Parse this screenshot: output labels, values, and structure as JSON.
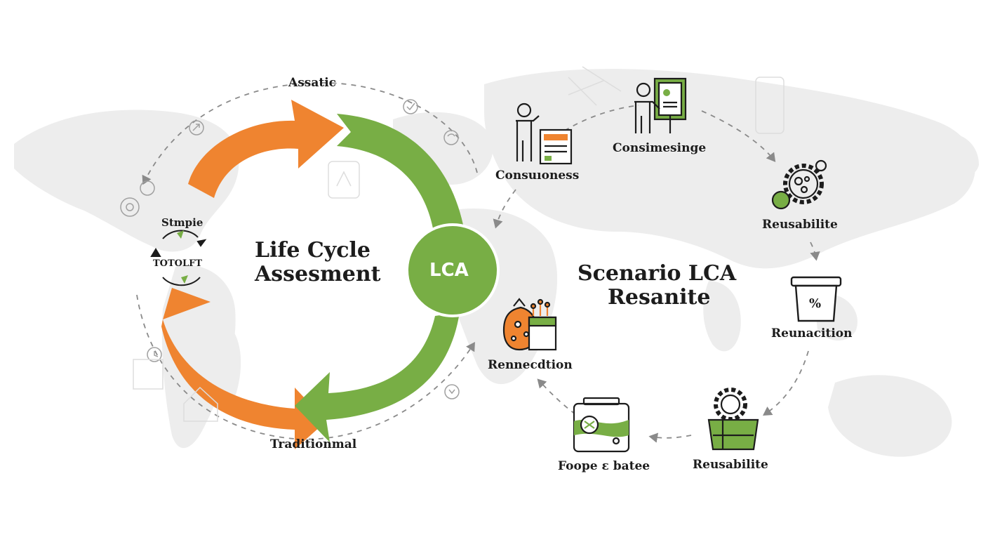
{
  "left_cycle": {
    "title_line1": "Life Cycle",
    "title_line2": "Assesment",
    "hub_label": "LCA",
    "top_label": "Assatic",
    "bottom_label": "Traditionmal",
    "side_label_top": "Stmpie",
    "side_label_main": "TOTOLFT"
  },
  "right_cycle": {
    "title_line1": "Scenario LCA",
    "title_line2": "Resanite",
    "nodes": {
      "consuioness": "Consuıoness",
      "consimesinge": "Consimesinge",
      "reusabilite_top": "Reusabilite",
      "reunacition": "Reunacition",
      "reusabilite_bottom": "Reusabilite",
      "foope_batee": "Foope ε batee",
      "rennecdtion": "Rennecdtion"
    },
    "percent_icon_text": "%"
  },
  "colors": {
    "orange": "#ef8430",
    "green": "#78ae45",
    "dark": "#1c1c1c",
    "map": "#ebebeb",
    "dash": "#8a8a8a"
  },
  "icons": [
    "world-map-background",
    "cycle-arrows-icon",
    "presenter-board-icon",
    "person-certificate-icon",
    "gear-person-icon",
    "percent-bin-icon",
    "gear-container-icon",
    "recycle-box-icon",
    "food-crate-icon",
    "check-icon",
    "arrow-badge-icon",
    "clock-icon"
  ]
}
